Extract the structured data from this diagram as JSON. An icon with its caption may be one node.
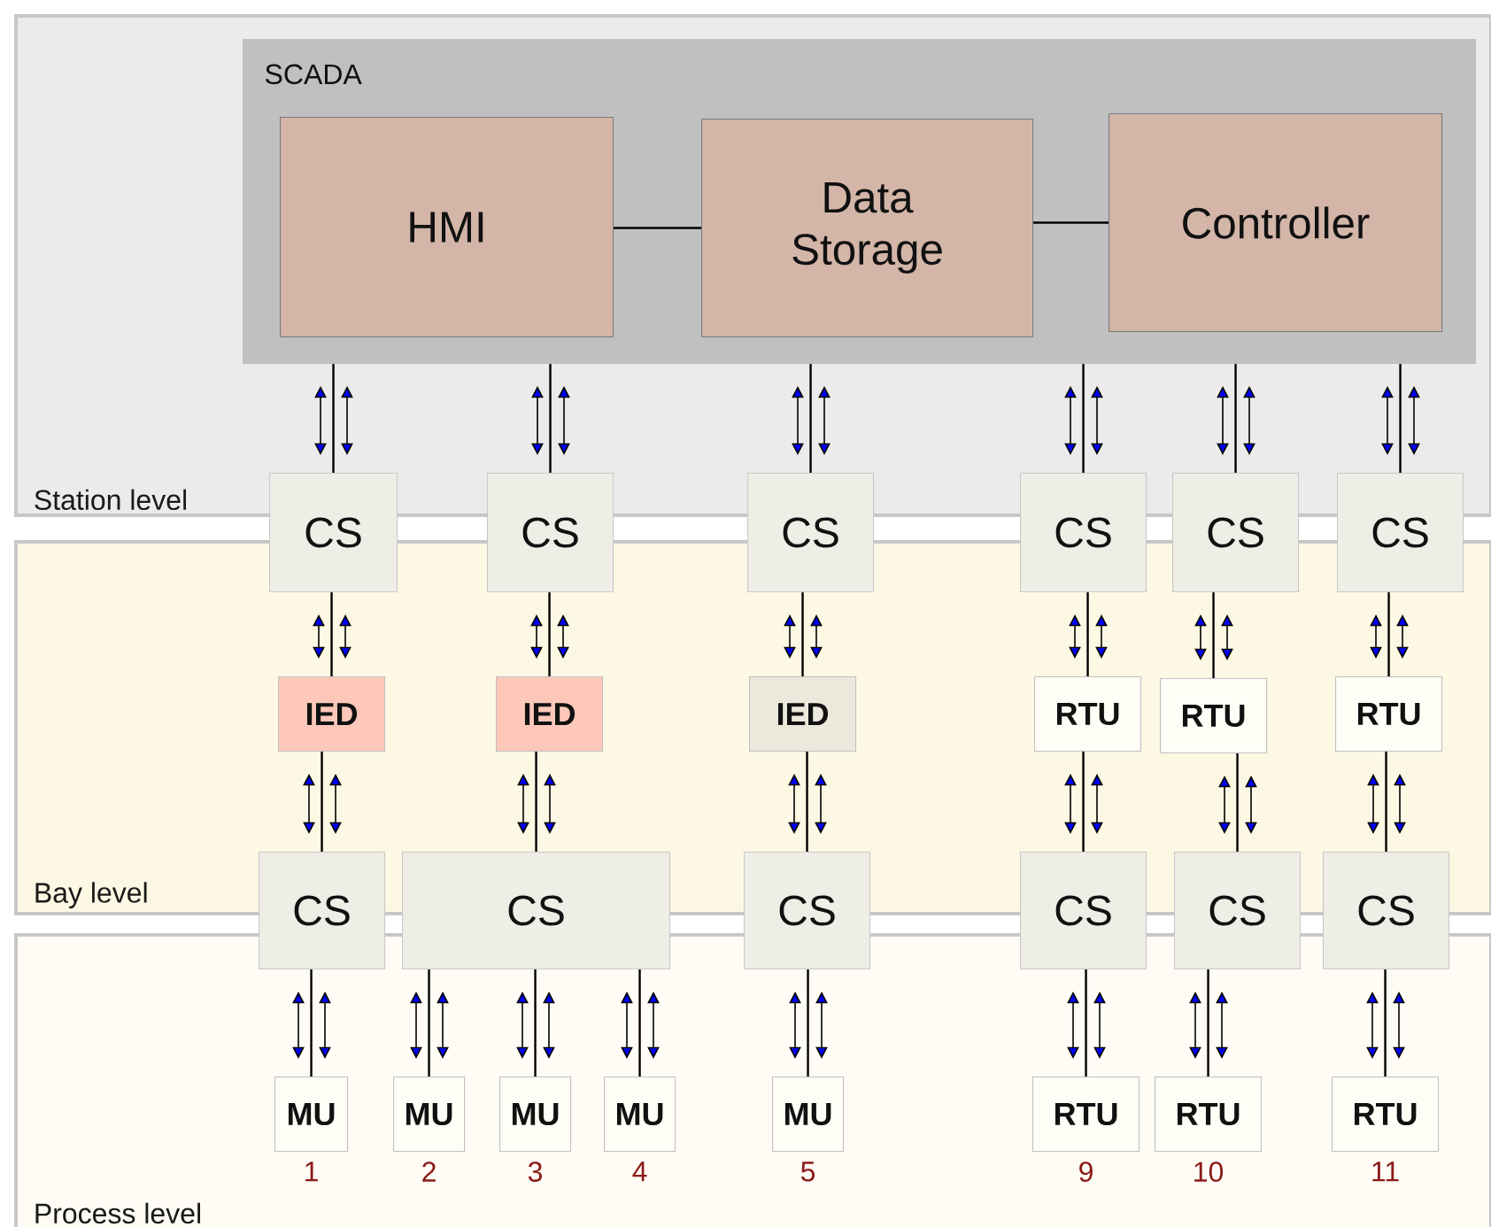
{
  "diagram": {
    "nodes": [
      {
        "text": [
          "Station level"
        ]
      },
      {
        "text": [
          "SCADA"
        ],
        "in": 0
      },
      {
        "text": [
          "HMI"
        ],
        "in": 1
      },
      {
        "text": [
          "Data Storage"
        ],
        "in": 1
      },
      {
        "text": [
          "Controller"
        ],
        "in": 1
      },
      {
        "text": [
          "CS"
        ]
      },
      {
        "text": [
          "CS"
        ]
      },
      {
        "text": [
          "CS"
        ]
      },
      {
        "text": [
          "CS"
        ]
      },
      {
        "text": [
          "CS"
        ]
      },
      {
        "text": [
          "CS"
        ]
      },
      {
        "text": [
          "Bay level"
        ]
      },
      {
        "text": [
          "IED"
        ],
        "in": 11
      },
      {
        "text": [
          "IED"
        ],
        "in": 11
      },
      {
        "text": [
          "IED"
        ],
        "in": 11
      },
      {
        "text": [
          "RTU"
        ],
        "in": 11
      },
      {
        "text": [
          "RTU"
        ],
        "in": 11
      },
      {
        "text": [
          "RTU"
        ],
        "in": 11
      },
      {
        "text": [
          "CS"
        ]
      },
      {
        "text": [
          "CS"
        ]
      },
      {
        "text": [
          "CS"
        ]
      },
      {
        "text": [
          "CS"
        ]
      },
      {
        "text": [
          "CS"
        ]
      },
      {
        "text": [
          "CS"
        ]
      },
      {
        "text": [
          "Process level"
        ]
      },
      {
        "text": [
          "MU"
        ],
        "in": 24,
        "beside": [
          "1"
        ]
      },
      {
        "text": [
          "MU"
        ],
        "in": 24,
        "beside": [
          "2"
        ]
      },
      {
        "text": [
          "MU"
        ],
        "in": 24,
        "beside": [
          "3"
        ]
      },
      {
        "text": [
          "MU"
        ],
        "in": 24,
        "beside": [
          "4"
        ]
      },
      {
        "text": [
          "MU"
        ],
        "in": 24,
        "beside": [
          "5"
        ]
      },
      {
        "text": [
          "RTU"
        ],
        "in": 24,
        "beside": [
          "9"
        ]
      },
      {
        "text": [
          "RTU"
        ],
        "in": 24,
        "beside": [
          "10"
        ]
      },
      {
        "text": [
          "RTU"
        ],
        "in": 24,
        "beside": [
          "11"
        ]
      }
    ],
    "edges": [
      {
        "from": 2,
        "to": 3,
        "arrow": "none"
      },
      {
        "from": 3,
        "to": 4,
        "arrow": "none"
      },
      {
        "from": 1,
        "to": 5,
        "arrow": "none"
      },
      {
        "from": 1,
        "to": 6,
        "arrow": "none"
      },
      {
        "from": 1,
        "to": 7,
        "arrow": "none"
      },
      {
        "from": 1,
        "to": 8,
        "arrow": "none"
      },
      {
        "from": 1,
        "to": 9,
        "arrow": "none"
      },
      {
        "from": 1,
        "to": 10,
        "arrow": "none"
      },
      {
        "from": 5,
        "to": 12,
        "arrow": "none"
      },
      {
        "from": 6,
        "to": 13,
        "arrow": "none"
      },
      {
        "from": 7,
        "to": 14,
        "arrow": "none"
      },
      {
        "from": 8,
        "to": 15,
        "arrow": "none"
      },
      {
        "from": 9,
        "to": 16,
        "arrow": "none"
      },
      {
        "from": 10,
        "to": 17,
        "arrow": "none"
      },
      {
        "from": 12,
        "to": 18,
        "arrow": "none"
      },
      {
        "from": 13,
        "to": 19,
        "arrow": "none"
      },
      {
        "from": 14,
        "to": 20,
        "arrow": "none"
      },
      {
        "from": 15,
        "to": 21,
        "arrow": "none"
      },
      {
        "from": 16,
        "to": 22,
        "arrow": "none"
      },
      {
        "from": 17,
        "to": 23,
        "arrow": "none"
      },
      {
        "from": 18,
        "to": 25,
        "arrow": "none"
      },
      {
        "from": 19,
        "to": 26,
        "arrow": "none"
      },
      {
        "from": 19,
        "to": 27,
        "arrow": "none"
      },
      {
        "from": 19,
        "to": 28,
        "arrow": "none"
      },
      {
        "from": 20,
        "to": 29,
        "arrow": "none"
      },
      {
        "from": 21,
        "to": 30,
        "arrow": "none"
      },
      {
        "from": 22,
        "to": 31,
        "arrow": "none"
      },
      {
        "from": 23,
        "to": 32,
        "arrow": "none"
      }
    ]
  }
}
